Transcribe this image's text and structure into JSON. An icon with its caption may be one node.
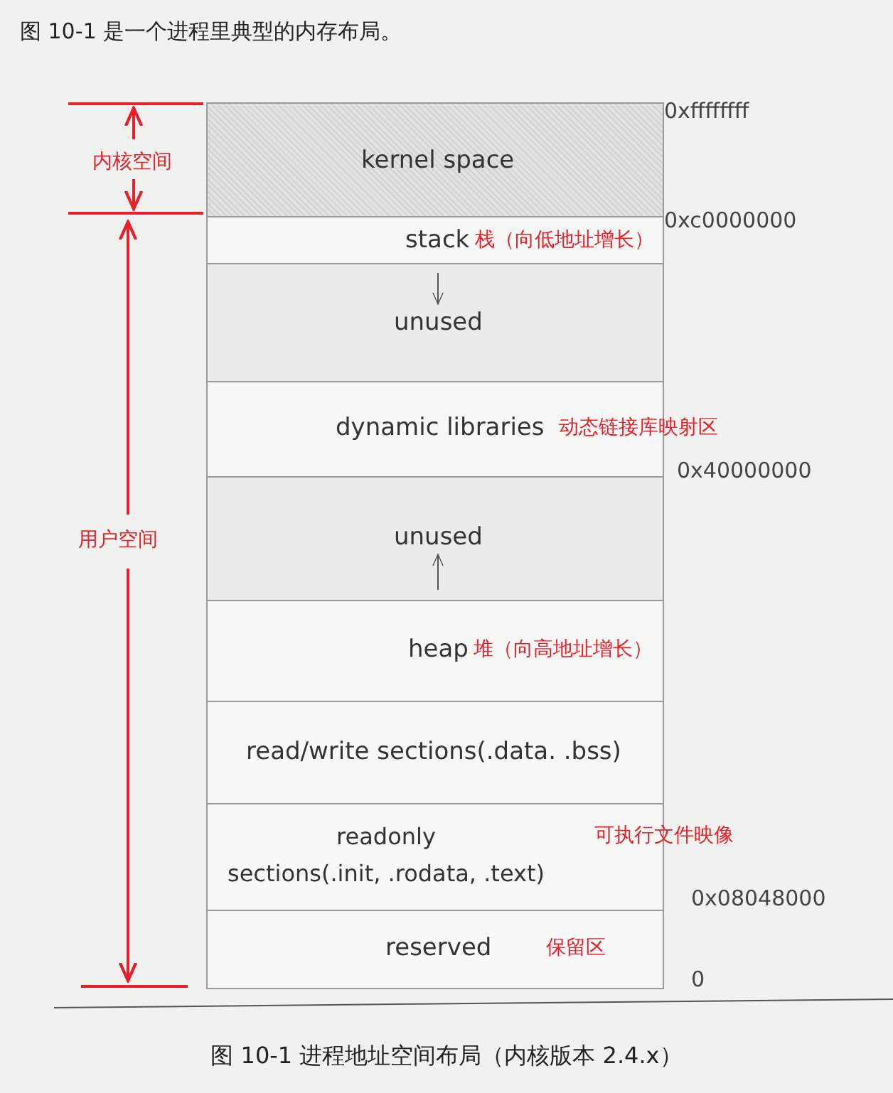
{
  "diagram": {
    "caption": "图 10-1 进程地址空间布局（内核版本 2.4.x）",
    "nodes": [
      {
        "text": [
          "kernel space"
        ]
      },
      {
        "text": [
          "stack",
          "栈（向低地址增长）"
        ]
      },
      {
        "text": [
          "unused"
        ]
      },
      {
        "text": [
          "dynamic libraries",
          "动态链接库映射区"
        ]
      },
      {
        "text": [
          "unused"
        ]
      },
      {
        "text": [
          "heap",
          "堆（向高地址增长）"
        ]
      },
      {
        "text": [
          "read/write sections(.data. .bss)"
        ]
      },
      {
        "text": [
          "readonly sections(.init, .rodata, .text)",
          "可执行文件映像"
        ]
      },
      {
        "text": [
          "reserved",
          "保留区"
        ]
      }
    ],
    "edges": [],
    "labels": [
      "图 10-1 是一个进程里典型的内存布局。",
      "0xffffffff",
      "内核空间",
      "0xc0000000",
      "0x40000000",
      "用户空间",
      "0x08048000",
      "0"
    ]
  }
}
